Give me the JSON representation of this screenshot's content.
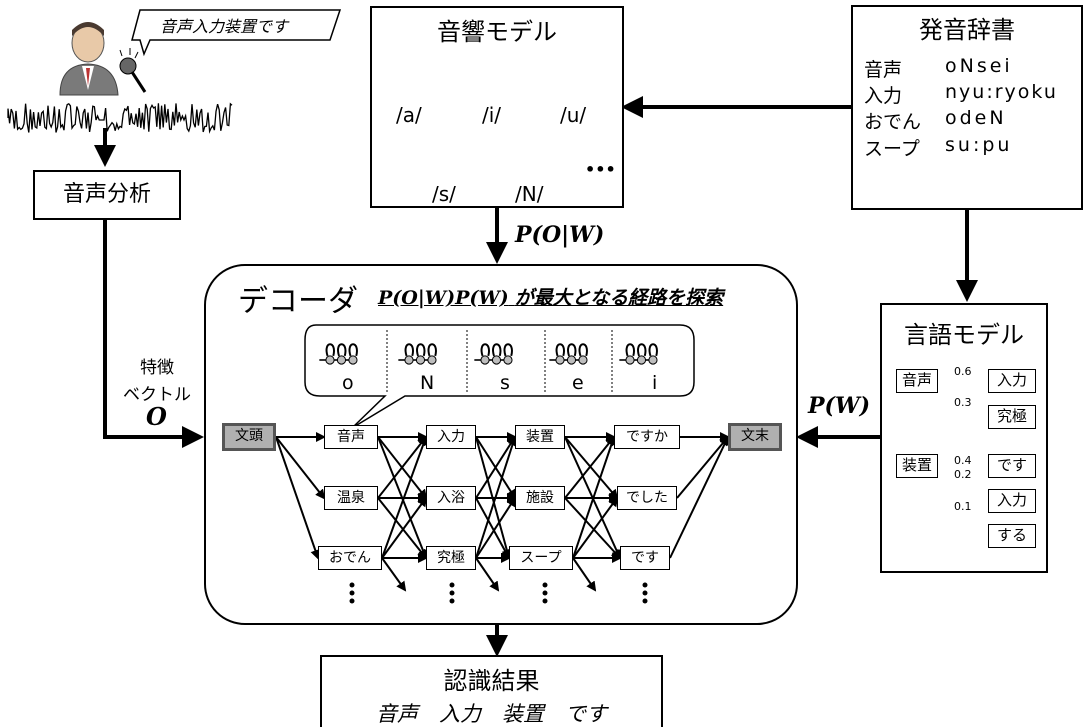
{
  "speech_bubble": "音声入力装置です",
  "analysis_label": "音声分析",
  "feature": {
    "line1": "特徴",
    "line2": "ベクトル",
    "symbol": "O"
  },
  "acoustic_model": {
    "title": "音響モデル",
    "phonemes": [
      "/a/",
      "/i/",
      "/u/",
      "/s/",
      "/N/"
    ],
    "more": "•••"
  },
  "pronunciation_dict": {
    "title": "発音辞書",
    "entries": [
      {
        "word": "音声",
        "reading": "oNsei"
      },
      {
        "word": "入力",
        "reading": "nyu:ryoku"
      },
      {
        "word": "おでん",
        "reading": "odeN"
      },
      {
        "word": "スープ",
        "reading": "su:pu"
      }
    ]
  },
  "p_o_given_w": "P(O|W)",
  "p_w": "P(W)",
  "decoder": {
    "title": "デコーダ",
    "caption_formula": "P(O|W)P(W)",
    "caption_text": "が最大となる経路を探索",
    "phoneme_strip": [
      "o",
      "N",
      "s",
      "e",
      "i"
    ],
    "start": "文頭",
    "end": "文末",
    "columns": [
      [
        "音声",
        "温泉",
        "おでん"
      ],
      [
        "入力",
        "入浴",
        "究極"
      ],
      [
        "装置",
        "施設",
        "スープ"
      ],
      [
        "ですか",
        "でした",
        "です"
      ]
    ]
  },
  "language_model": {
    "title": "言語モデル",
    "node_onsei": "音声",
    "node_nyuryoku": "入力",
    "node_kyukyoku": "究極",
    "node_souchi": "装置",
    "node_desu": "です",
    "node_nyuryoku2": "入力",
    "node_suru": "する",
    "prob_06": "0.6",
    "prob_03": "0.3",
    "prob_04": "0.4",
    "prob_02": "0.2",
    "prob_01": "0.1"
  },
  "result": {
    "title": "認識結果",
    "words": "音声　入力　装置　です"
  }
}
